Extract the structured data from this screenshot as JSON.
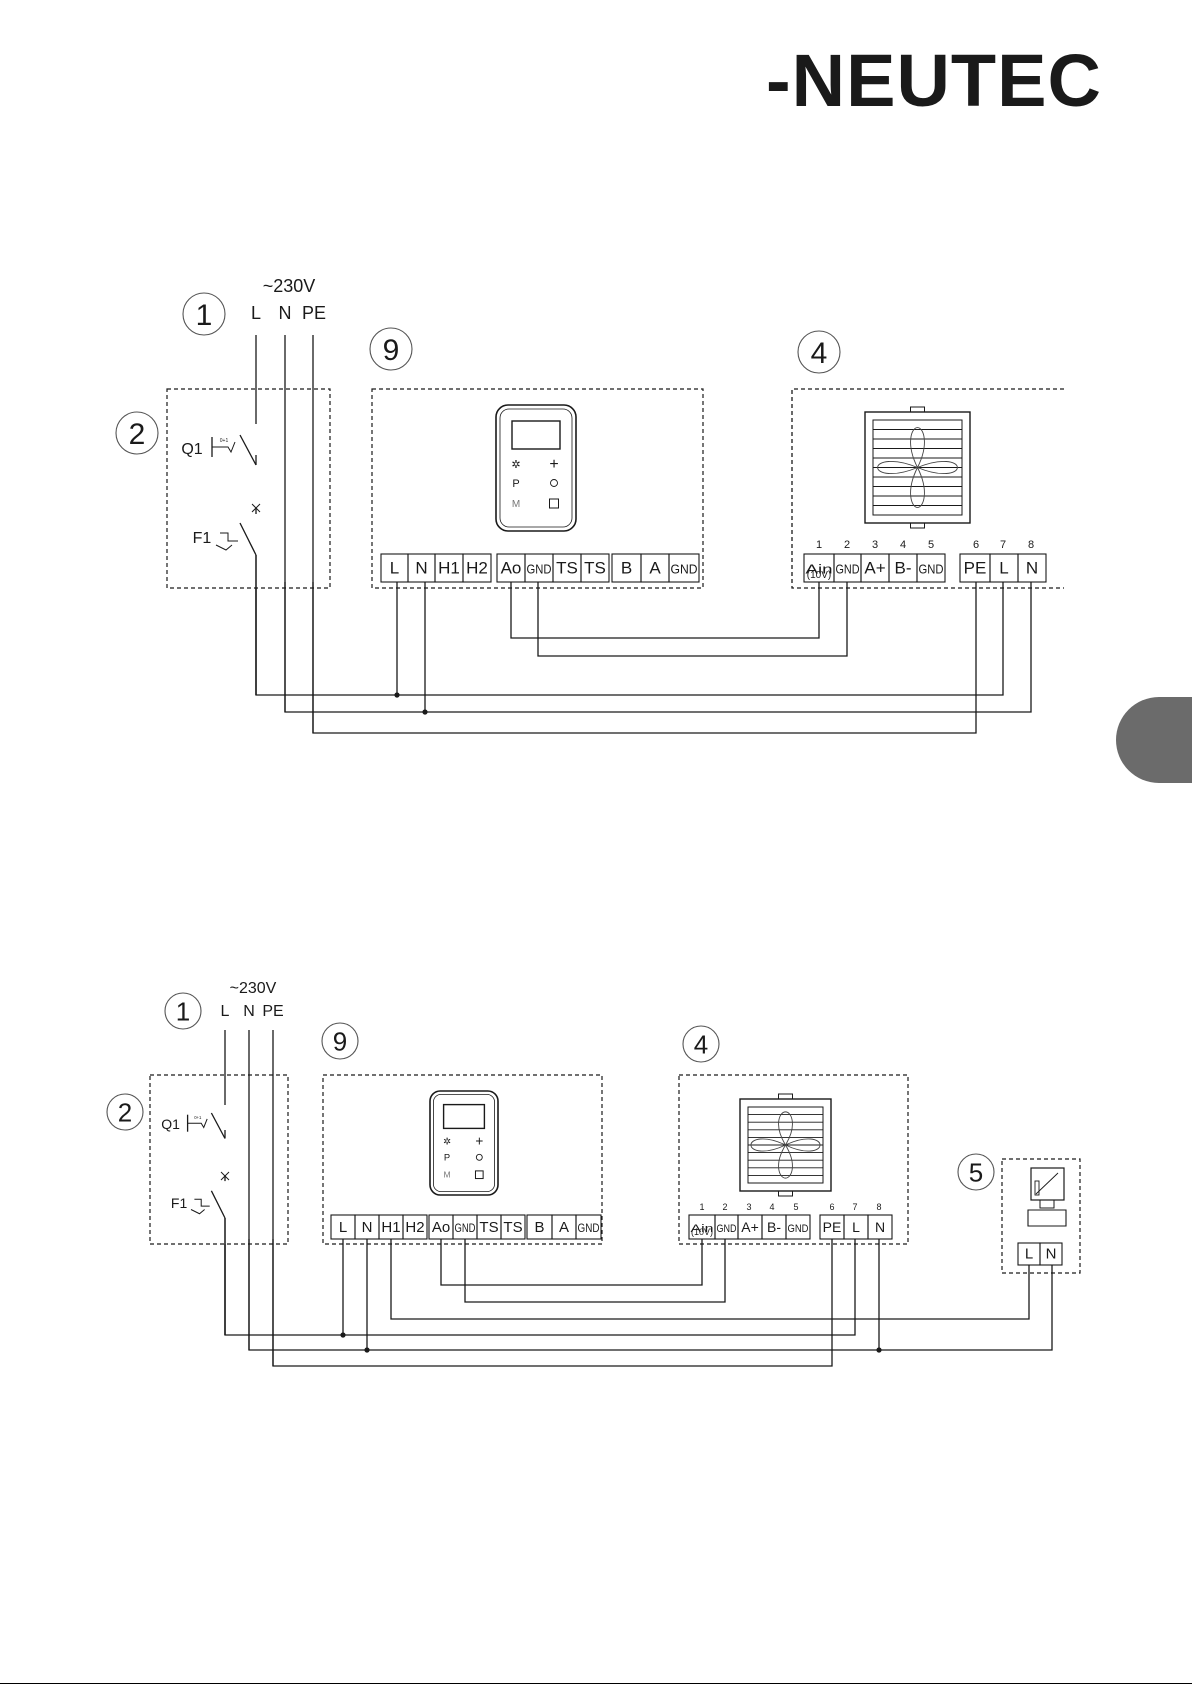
{
  "brand": {
    "logo_text": "-NEUTEC",
    "tab_color": "#6b6b6b"
  },
  "diagrams": [
    {
      "supply": {
        "label": "~230V",
        "wires": [
          "L",
          "N",
          "PE"
        ]
      },
      "markers": [
        "1",
        "2",
        "9",
        "4"
      ],
      "switches": [
        "Q1",
        "F1"
      ],
      "switch_small": "0+1",
      "controller_terminals": [
        "L",
        "N",
        "H1",
        "H2",
        "Ao",
        "GND",
        "TS",
        "TS",
        "B",
        "A",
        "GND"
      ],
      "fan_pin_numbers": [
        "1",
        "2",
        "3",
        "4",
        "5",
        "6",
        "7",
        "8"
      ],
      "fan_terminals": [
        "Ain",
        "GND",
        "A+",
        "B-",
        "GND",
        "PE",
        "L",
        "N"
      ],
      "fan_ain_sub": "(10V)"
    },
    {
      "supply": {
        "label": "~230V",
        "wires": [
          "L",
          "N",
          "PE"
        ]
      },
      "markers": [
        "1",
        "2",
        "9",
        "4",
        "5"
      ],
      "switches": [
        "Q1",
        "F1"
      ],
      "switch_small": "0+1",
      "controller_terminals": [
        "L",
        "N",
        "H1",
        "H2",
        "Ao",
        "GND",
        "TS",
        "TS",
        "B",
        "A",
        "GND"
      ],
      "fan_pin_numbers": [
        "1",
        "2",
        "3",
        "4",
        "5",
        "6",
        "7",
        "8"
      ],
      "fan_terminals": [
        "Ain",
        "GND",
        "A+",
        "B-",
        "GND",
        "PE",
        "L",
        "N"
      ],
      "fan_ain_sub": "(10V)",
      "valve_terminals": [
        "L",
        "N"
      ]
    }
  ]
}
